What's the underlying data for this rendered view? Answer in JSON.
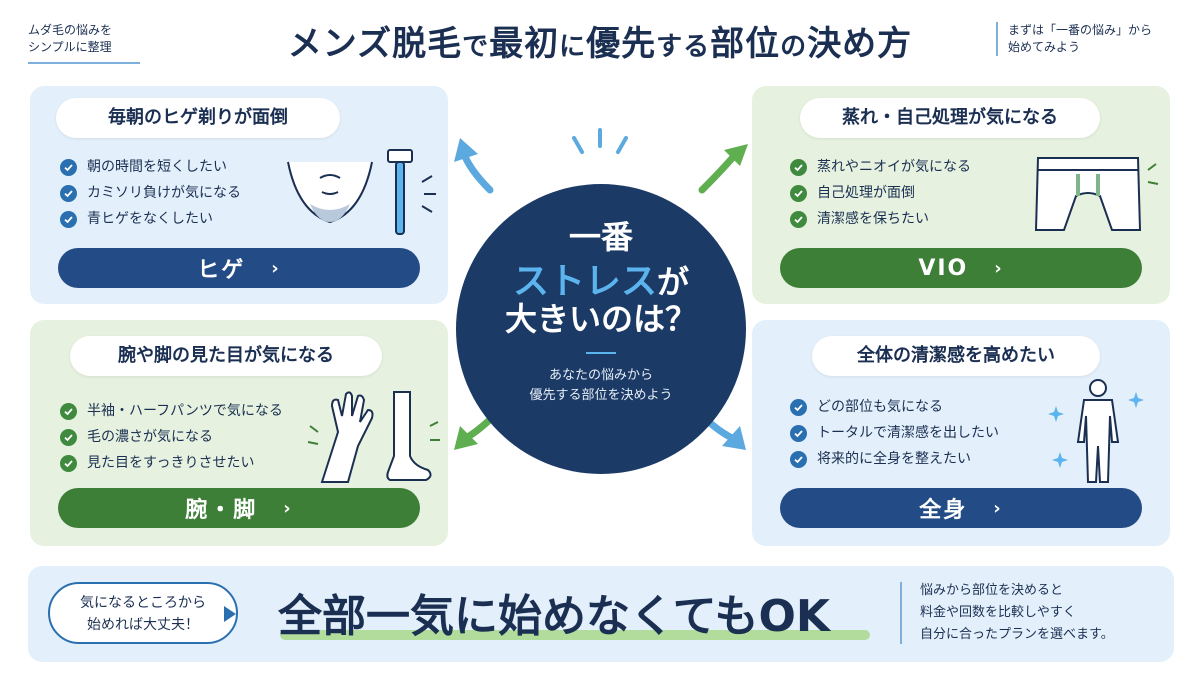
{
  "header": {
    "left_note_line1": "ムダ毛の悩みを",
    "left_note_line2": "シンプルに整理",
    "title_a": "メンズ脱毛",
    "title_b": "で",
    "title_c": "最初",
    "title_d": "に",
    "title_e": "優先",
    "title_f": "する",
    "title_g": "部位",
    "title_h": "の",
    "title_i": "決め方",
    "right_note_line1": "まずは「一番の悩み」から",
    "right_note_line2": "始めてみよう"
  },
  "center": {
    "line1": "一番",
    "line2_highlight": "ストレス",
    "line2_rest": "が",
    "line3": "大きいのは？",
    "sub_line1": "あなたの悩みから",
    "sub_line2": "優先する部位を決めよう"
  },
  "cards": {
    "beard": {
      "title": "毎朝のヒゲ剃りが面倒",
      "items": [
        "朝の時間を短くしたい",
        "カミソリ負けが気になる",
        "青ヒゲをなくしたい"
      ],
      "cta": "ヒゲ",
      "icon": "face-razor-icon"
    },
    "vio": {
      "title": "蒸れ・自己処理が気になる",
      "items": [
        "蒸れやニオイが気になる",
        "自己処理が面倒",
        "清潔感を保ちたい"
      ],
      "cta": "VIO",
      "icon": "underwear-icon"
    },
    "arms_legs": {
      "title": "腕や脚の見た目が気になる",
      "items": [
        "半袖・ハーフパンツで気になる",
        "毛の濃さが気になる",
        "見た目をすっきりさせたい"
      ],
      "cta": "腕・脚",
      "icon": "arm-leg-icon"
    },
    "full_body": {
      "title": "全体の清潔感を高めたい",
      "items": [
        "どの部位も気になる",
        "トータルで清潔感を出したい",
        "将来的に全身を整えたい"
      ],
      "cta": "全身",
      "icon": "body-silhouette-icon"
    }
  },
  "cta_chevron": "›",
  "banner": {
    "bubble_line1": "気になるところから",
    "bubble_line2": "始めれば大丈夫！",
    "headline": "全部一気に始めなくてもOK",
    "right_line1": "悩みから部位を決めると",
    "right_line2": "料金や回数を比較しやすく",
    "right_line3": "自分に合ったプランを選べます。"
  },
  "colors": {
    "navy": "#1b2f52",
    "blue_card": "#e3f0fb",
    "green_card": "#e6f2df",
    "blue_button": "#234c86",
    "green_button": "#3e7f38",
    "accent_blue": "#5cb4ee"
  }
}
